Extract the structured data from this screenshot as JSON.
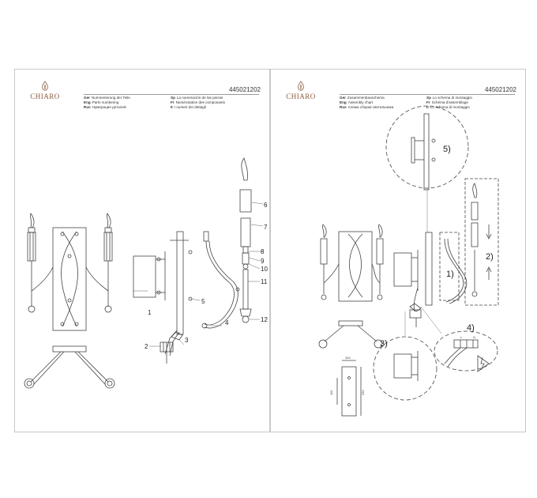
{
  "brand": "CHIARO",
  "product_code": "445021202",
  "left_sheet": {
    "legend": [
      {
        "l1": "Ger",
        "t1": "Nummerierung der Teile",
        "l2": "Sp",
        "t2": "La numeración de las piezas"
      },
      {
        "l1": "Eng",
        "t1": "Parts numbering",
        "l2": "Fr",
        "t2": "Numérotation des composants"
      },
      {
        "l1": "Rus",
        "t1": "Нумерация деталей",
        "l2": "It",
        "t2": "I numeri dei dettagli"
      }
    ],
    "part_numbers": [
      "1",
      "2",
      "3",
      "4",
      "5",
      "6",
      "7",
      "8",
      "9",
      "10",
      "11",
      "12"
    ]
  },
  "right_sheet": {
    "legend": [
      {
        "l1": "Ger",
        "t1": "Zusammenbauschema",
        "l2": "Sp",
        "t2": "Lo schema di montaggio"
      },
      {
        "l1": "Eng",
        "t1": "Assembly chart",
        "l2": "Fr",
        "t2": "Schéma d'assemblage"
      },
      {
        "l1": "Rus",
        "t1": "Схема сборки светильника",
        "l2": "It",
        "t2": "Lo schema di montaggio"
      }
    ],
    "steps": [
      "1)",
      "2)",
      "3)",
      "4)",
      "5)"
    ],
    "dimensions": [
      "300",
      "110",
      "330"
    ],
    "wire_labels": [
      "L",
      "N"
    ]
  }
}
